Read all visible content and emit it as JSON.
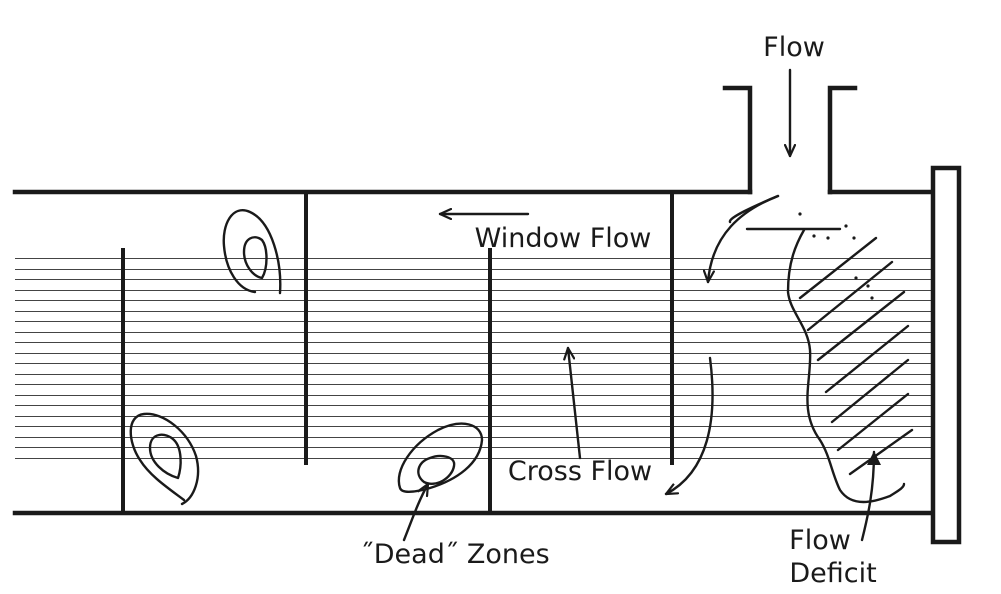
{
  "labels": {
    "flow": "Flow",
    "window_flow": "Window Flow",
    "cross_flow": "Cross Flow",
    "dead_zones": "˝Dead˝ Zones",
    "flow_deficit_line1": "Flow",
    "flow_deficit_line2": "Deficit"
  },
  "colors": {
    "ink": "#1a1a1a",
    "tube_lines": "#444444",
    "background": "#ffffff"
  }
}
